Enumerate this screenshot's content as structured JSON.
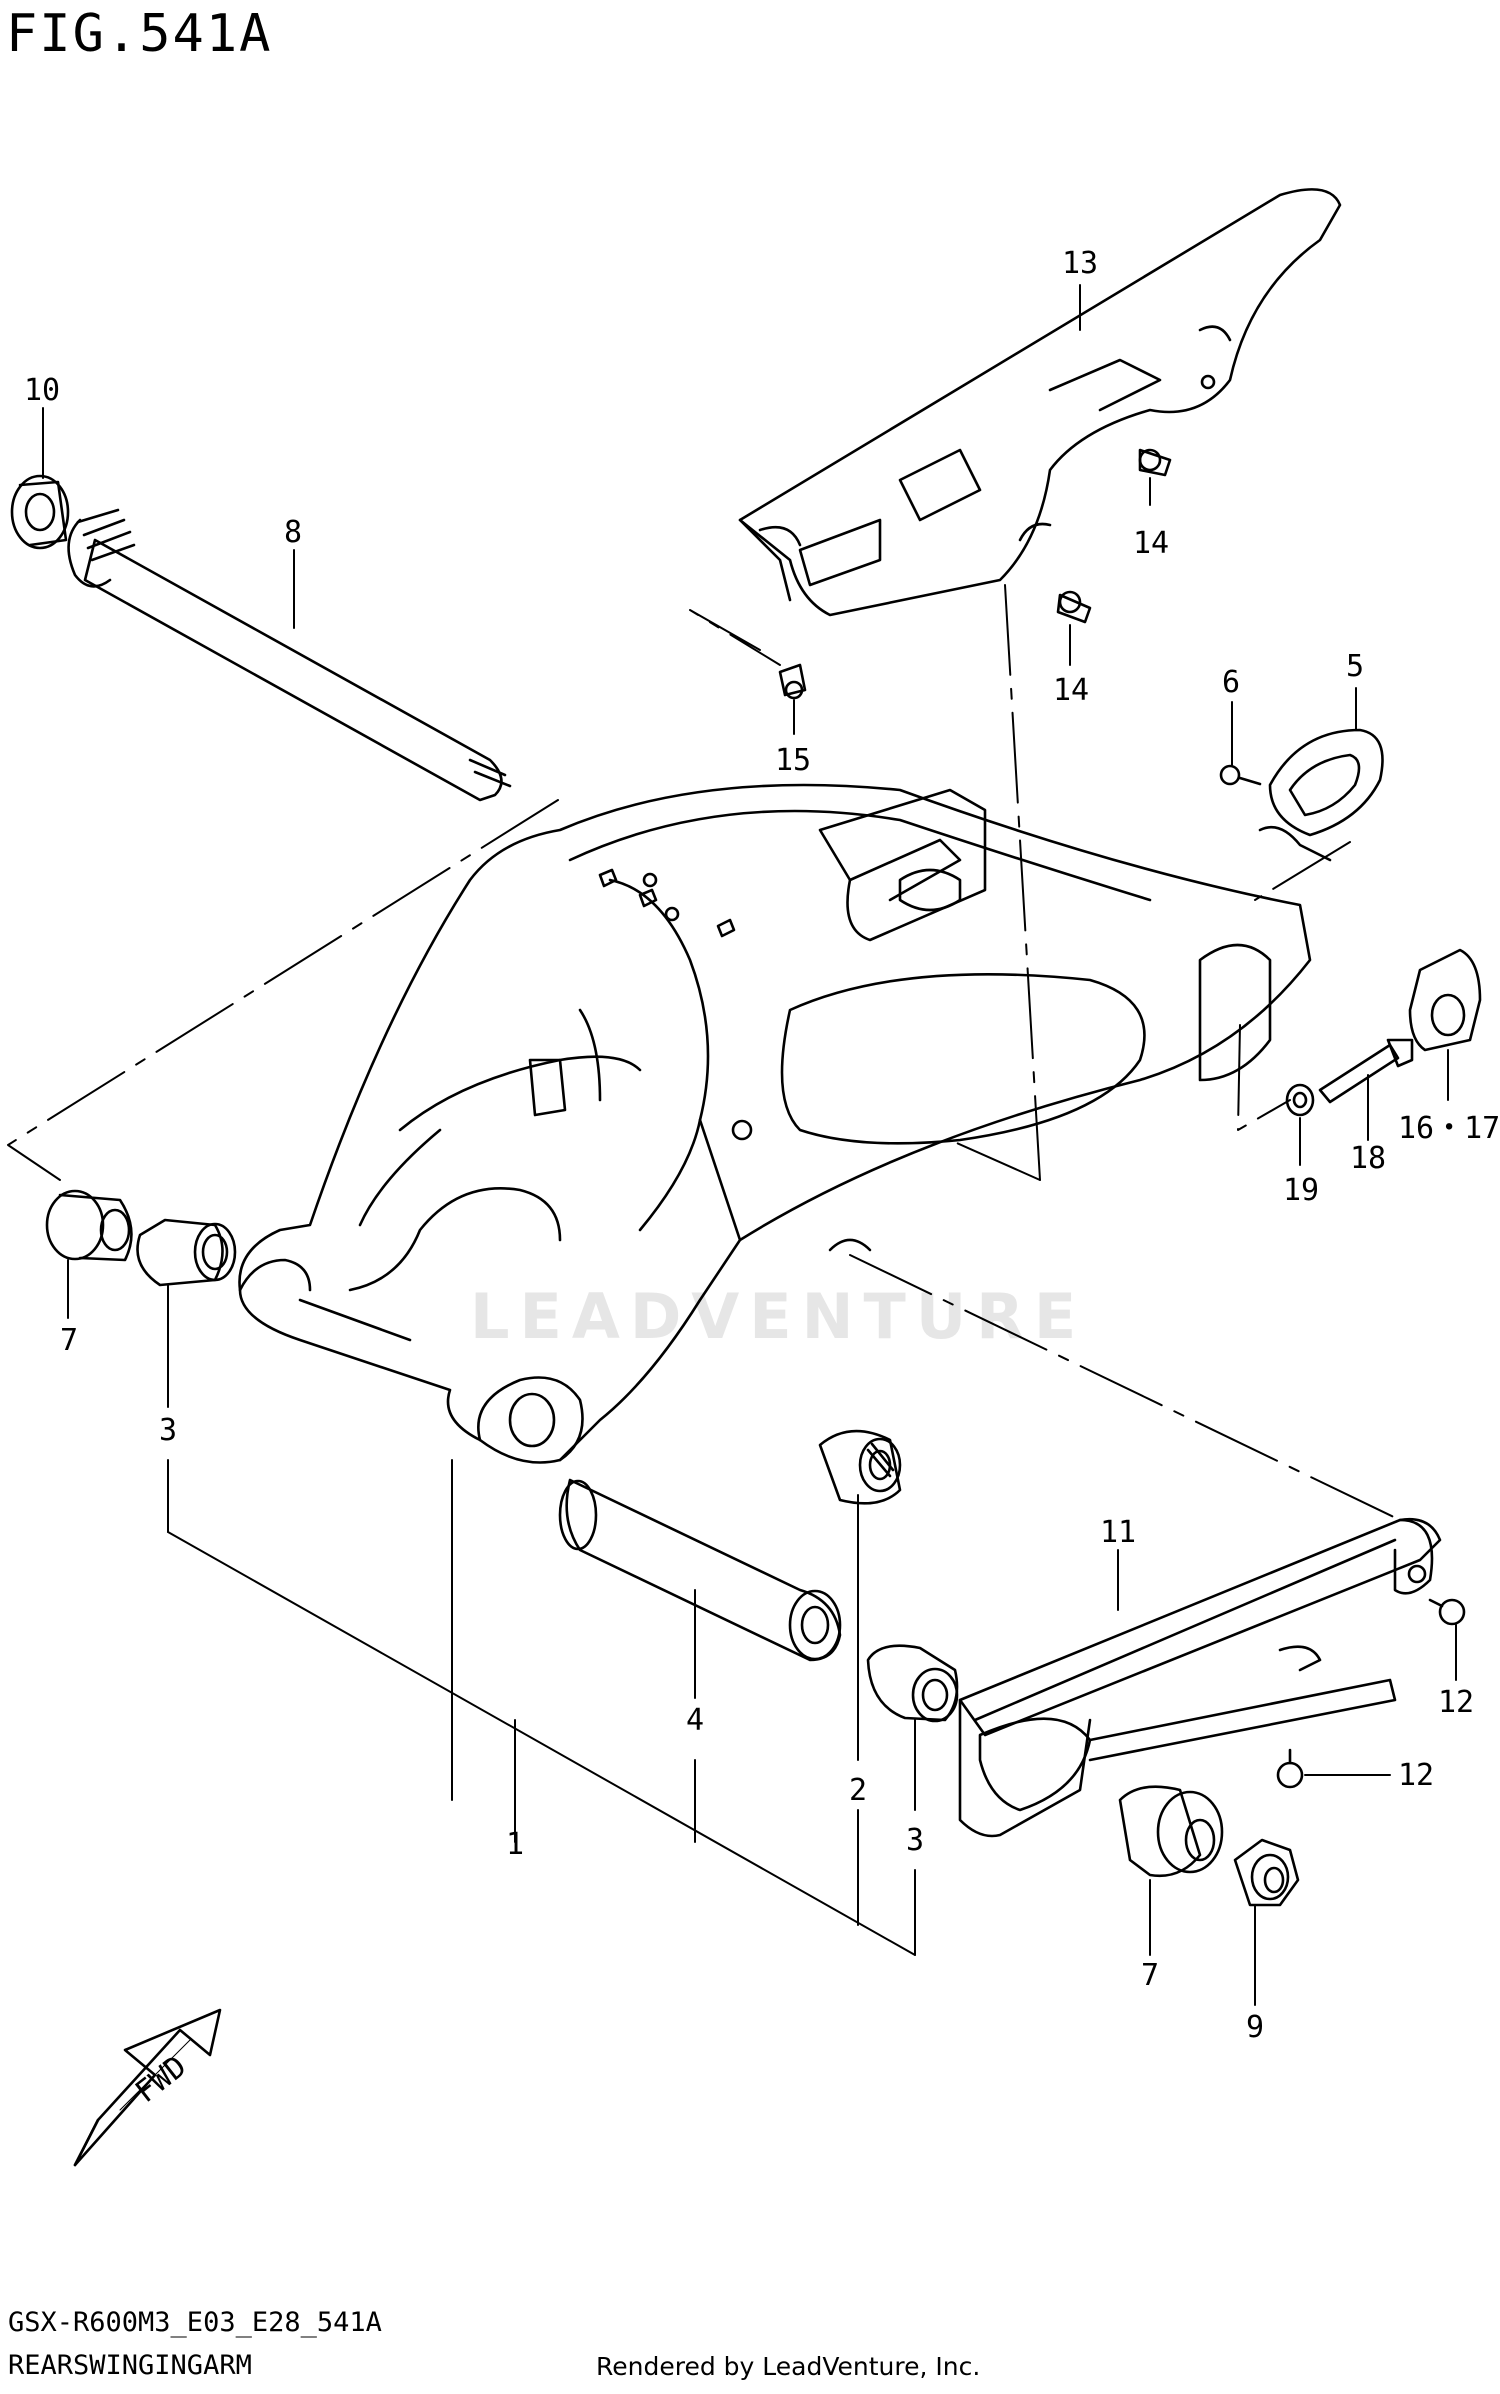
{
  "figure": {
    "title": "FIG.541A",
    "model_code": "GSX-R600M3_E03_E28_541A",
    "diagram_name": "REARSWINGINGARM",
    "render_credit": "Rendered by LeadVenture, Inc.",
    "watermark": "LEADVENTURE"
  },
  "fwd_arrow": {
    "label": "FWD"
  },
  "callouts": [
    {
      "id": "label-10",
      "text": "10"
    },
    {
      "id": "label-8",
      "text": "8"
    },
    {
      "id": "label-13",
      "text": "13"
    },
    {
      "id": "label-14a",
      "text": "14"
    },
    {
      "id": "label-14b",
      "text": "14"
    },
    {
      "id": "label-15",
      "text": "15"
    },
    {
      "id": "label-6",
      "text": "6"
    },
    {
      "id": "label-5",
      "text": "5"
    },
    {
      "id": "label-16-17",
      "text": "16・17"
    },
    {
      "id": "label-18",
      "text": "18"
    },
    {
      "id": "label-19",
      "text": "19"
    },
    {
      "id": "label-7a",
      "text": "7"
    },
    {
      "id": "label-3a",
      "text": "3"
    },
    {
      "id": "label-11",
      "text": "11"
    },
    {
      "id": "label-12a",
      "text": "12"
    },
    {
      "id": "label-12b",
      "text": "12"
    },
    {
      "id": "label-4",
      "text": "4"
    },
    {
      "id": "label-2",
      "text": "2"
    },
    {
      "id": "label-3b",
      "text": "3"
    },
    {
      "id": "label-1",
      "text": "1"
    },
    {
      "id": "label-7b",
      "text": "7"
    },
    {
      "id": "label-9",
      "text": "9"
    }
  ]
}
